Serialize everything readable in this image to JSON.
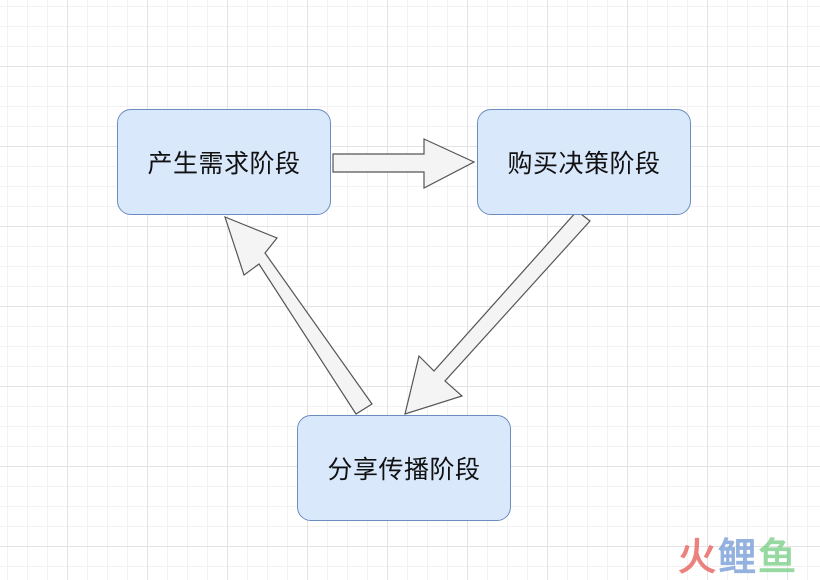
{
  "diagram": {
    "nodes": {
      "need": "产生需求阶段",
      "buy": "购买决策阶段",
      "share": "分享传播阶段"
    },
    "edges": [
      {
        "from": "need",
        "to": "buy"
      },
      {
        "from": "buy",
        "to": "share"
      },
      {
        "from": "share",
        "to": "need"
      }
    ]
  },
  "watermark": {
    "char1": "火",
    "char2": "鲤",
    "char3": "鱼"
  },
  "colors": {
    "node_fill": "#dae8fc",
    "node_border": "#6c8ebf",
    "arrow_fill": "#f4f4f4",
    "arrow_stroke": "#555555"
  }
}
